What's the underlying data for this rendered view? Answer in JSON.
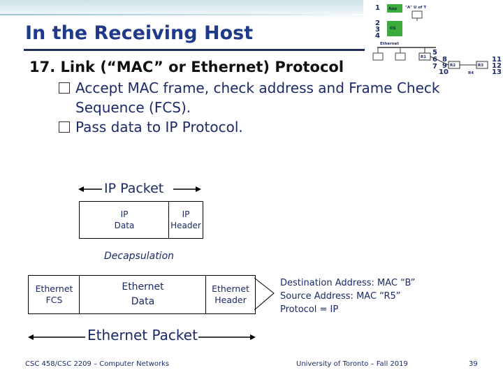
{
  "title": "In the Receiving Host",
  "subtitle": "17. Link (“MAC” or Ethernet) Protocol",
  "bullets": [
    {
      "line1": "Accept MAC frame, check  address and Frame Check",
      "line2": "Sequence (FCS)."
    },
    {
      "line1": "Pass data to IP Protocol.",
      "line2": ""
    }
  ],
  "ip_packet": {
    "label": "IP Packet",
    "data_label_1": "IP",
    "data_label_2": "Data",
    "header_label_1": "IP",
    "header_label_2": "Header"
  },
  "decapsulation": "Decapsulation",
  "ethernet_frame": {
    "fcs_1": "Ethernet",
    "fcs_2": "FCS",
    "data_1": "Ethernet",
    "data_2": "Data",
    "header_1": "Ethernet",
    "header_2": "Header",
    "packet_label": "Ethernet Packet"
  },
  "addressing": {
    "destination": "Destination Address: MAC “B”",
    "source": "Source Address: MAC “R5”",
    "protocol": "Protocol = IP"
  },
  "footer": {
    "course": "CSC 458/CSC 2209 – Computer Networks",
    "university": "University of Toronto – Fall 2019",
    "page": "39"
  },
  "diagram": {
    "app": "App",
    "os": "OS",
    "ethernet": "Ethernet",
    "r1": "R1",
    "r2": "R2",
    "r3": "R3",
    "r4": "R4",
    "tag": "\"A\" U of T",
    "nums_left": [
      "1",
      "2",
      "3",
      "4"
    ],
    "nums_mid": [
      "5",
      "6",
      "7"
    ],
    "nums_r1": [
      "8",
      "9",
      "10"
    ],
    "nums_right": [
      "11",
      "12",
      "13"
    ]
  }
}
